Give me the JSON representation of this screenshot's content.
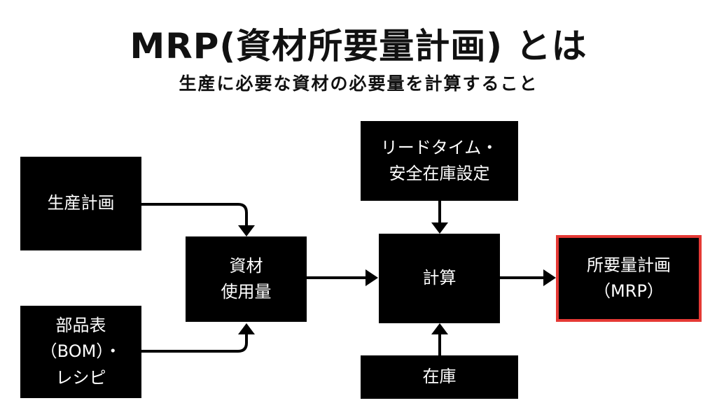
{
  "title": "MRP(資材所要量計画) とは",
  "subtitle": "生産に必要な資材の必要量を計算すること",
  "nodes": {
    "production_plan": "生産計画",
    "bom": "部品表\n（BOM）・\nレシピ",
    "material_usage": "資材\n使用量",
    "lead_time": "リードタイム・\n安全在庫設定",
    "calculation": "計算",
    "inventory": "在庫",
    "mrp_result": "所要量計画\n（MRP）"
  },
  "colors": {
    "box_fill": "#000000",
    "box_text": "#ffffff",
    "arrow": "#000000",
    "highlight_border": "#e53935"
  }
}
